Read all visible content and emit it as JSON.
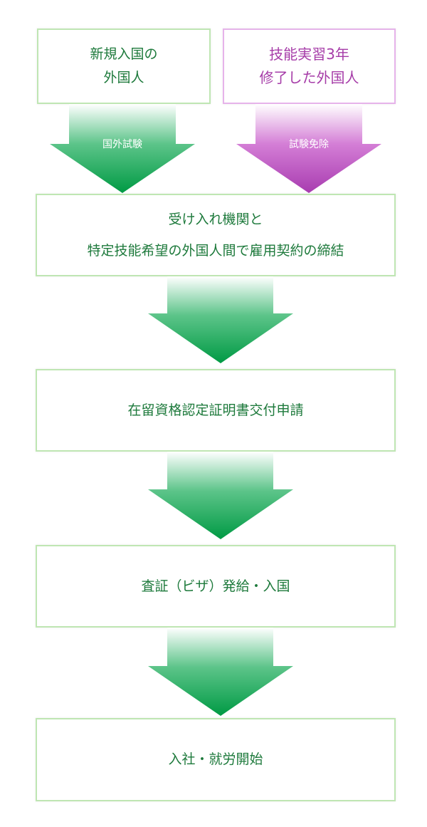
{
  "sources": [
    {
      "line1": "新規入国の",
      "line2": "外国人",
      "arrow_label": "国外試験"
    },
    {
      "line1": "技能実習3年",
      "line2": "修了した外国人",
      "arrow_label": "試験免除"
    }
  ],
  "steps": [
    {
      "line1": "受け入れ機関と",
      "line2": "特定技能希望の外国人間で雇用契約の締結"
    },
    {
      "line1": "在留資格認定証明書交付申請"
    },
    {
      "line1": "査証（ビザ）発給・入国"
    },
    {
      "line1": "入社・就労開始"
    }
  ],
  "colors": {
    "green": "#009a44",
    "purple": "#a83cb0"
  }
}
